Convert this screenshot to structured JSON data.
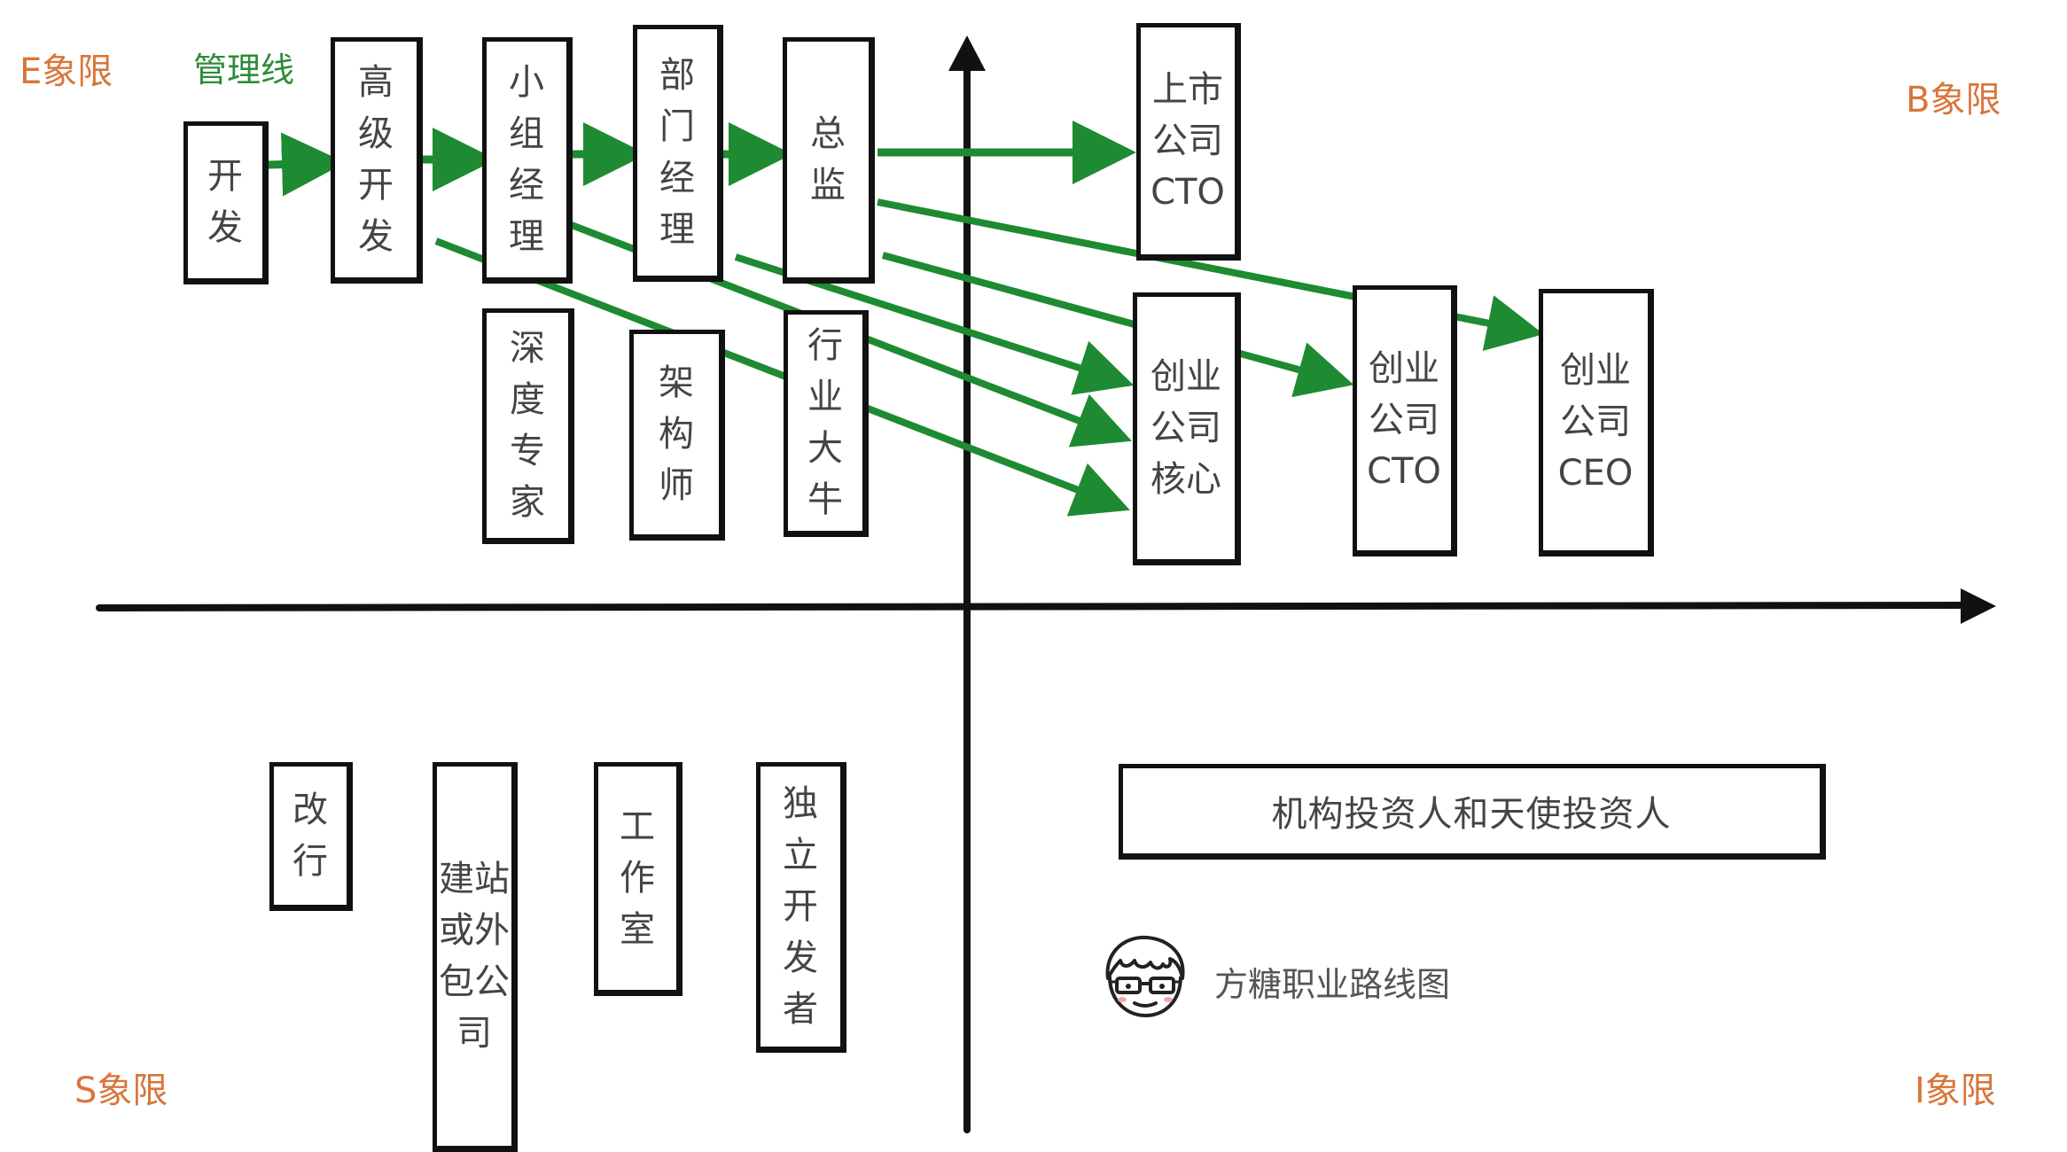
{
  "quadrants": {
    "e": "E象限",
    "b": "B象限",
    "s": "S象限",
    "i": "I象限"
  },
  "legend": {
    "management_line": "管理线"
  },
  "roles": {
    "developer": "开发",
    "senior_developer": "高级开发",
    "team_manager": "小组经理",
    "department_manager": "部门经理",
    "director": "总监",
    "listed_company_cto": "上市公司CTO",
    "deep_expert": "深度专家",
    "architect": "架构师",
    "industry_leader": "行业大牛",
    "startup_core": "创业公司核心",
    "startup_cto": "创业公司CTO",
    "startup_ceo": "创业公司CEO",
    "career_change": "改行",
    "website_outsourcing": "建站或外包公司",
    "studio": "工作室",
    "indie_developer": "独立开发者",
    "investors": "机构投资人和天使投资人"
  },
  "caption": "方糖职业路线图",
  "colors": {
    "arrow_green": "#1e8a32",
    "axis": "#111111",
    "quadrant_label": "#d9753a",
    "legend_green": "#2e8b3a"
  },
  "icons": {
    "author_avatar": "cartoon-face-with-glasses-icon"
  }
}
